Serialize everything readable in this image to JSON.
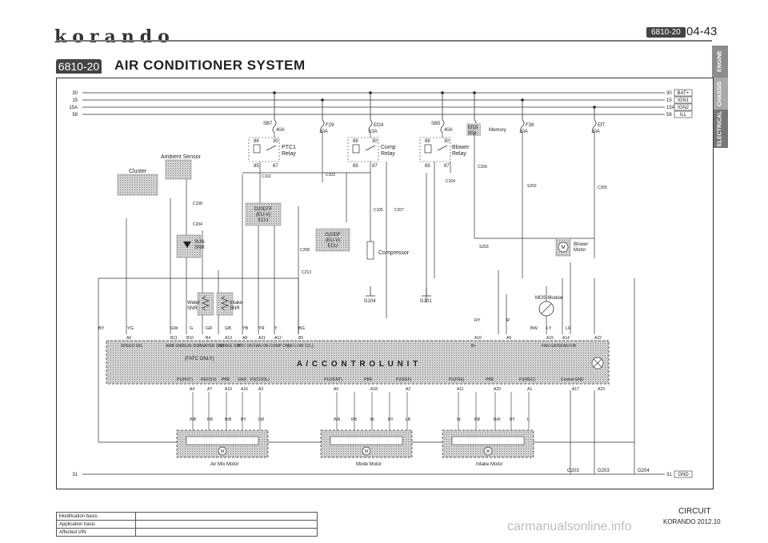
{
  "header": {
    "brand": "korando",
    "page_code": "6810-20",
    "page_number": "04-43"
  },
  "section": {
    "code": "6810-20",
    "title": "AIR CONDITIONER SYSTEM"
  },
  "tabs": [
    {
      "label": "ENGINE",
      "color": "#8c8c8c"
    },
    {
      "label": "CHASSIS",
      "color": "#a9a9a9"
    },
    {
      "label": "ELECTRICAL",
      "color": "#777777"
    }
  ],
  "rails": {
    "left": [
      "30",
      "15",
      "15A",
      "58"
    ],
    "right_nums": [
      "30",
      "15",
      "15A",
      "58"
    ],
    "tags": [
      "BAT+",
      "IGN1",
      "IGN2",
      "ILL"
    ]
  },
  "bottom_rail": {
    "left": "31",
    "right": "31",
    "tag": "GND"
  },
  "fuses": [
    {
      "id": "SB7",
      "rating": "40A"
    },
    {
      "id": "F29",
      "rating": "10A"
    },
    {
      "id": "Ef24",
      "rating": "10A"
    },
    {
      "id": "SB5",
      "rating": "40A"
    },
    {
      "id": "Ef15",
      "rating": "30A",
      "note": "Memory"
    },
    {
      "id": "F38",
      "rating": "10A"
    },
    {
      "id": "Ef7",
      "rating": "10A"
    }
  ],
  "relays": [
    {
      "name": "PTC1",
      "sub": "Relay",
      "pins": [
        "86",
        "30",
        "85",
        "87"
      ]
    },
    {
      "name": "Comp",
      "sub": "Relay",
      "pins": [
        "86",
        "30",
        "85",
        "87"
      ]
    },
    {
      "name": "Blower",
      "sub": "Relay",
      "pins": [
        "86",
        "30",
        "85",
        "87"
      ]
    }
  ],
  "components": {
    "cluster": "Cluster",
    "ambient_sensor": "Ambient Sensor",
    "sun_snr": [
      "SUN",
      "SNR"
    ],
    "water_snr": [
      "Water",
      "SNR"
    ],
    "intake_snr": [
      "Intake",
      "SNR"
    ],
    "ecu1": [
      "D20DTF",
      "(EU-V)",
      "ECU"
    ],
    "ecu2": [
      "G20DF",
      "(EU-V)",
      "ECU"
    ],
    "compressor": "Compressor",
    "blower_motor": [
      "Blower",
      "Motor"
    ],
    "mos_module": "MOS Module",
    "air_mix_motor": "Air Mix Motor",
    "mode_motor": "Mode Motor",
    "intake_motor": "Intake Motor",
    "motor_symbol": "M"
  },
  "grounds": [
    "G104",
    "G101",
    "G203",
    "G203",
    "G204"
  ],
  "acu": {
    "title": "A / C   C O N T R O L   U N I T",
    "top_pins": [
      "A6",
      "B11",
      "B10",
      "B4",
      "A13",
      "A8",
      "A21",
      "A12",
      "B5",
      "A10",
      "A9",
      "A15",
      "A14",
      "A22"
    ],
    "top_labels": [
      "SPEED SIG",
      "AMB SNR",
      "SUN SNR",
      "WATER SNR",
      "INTAKE SNR",
      "PTC ON",
      "FAN ON",
      "COMP ON",
      "(W/ LOW CO₂)",
      "B+",
      "FAN GATE",
      "FAN F/B"
    ],
    "fatc": "(FATC ONLY)",
    "bottom_labels": [
      "P1(HOT)",
      "REF(5V)",
      "PBR",
      "GND",
      "P2(COOL)",
      "P1(VENT)",
      "PBR",
      "P2(DEF)",
      "P1(FRE)",
      "PBR",
      "P2(REC)",
      "Control GND"
    ],
    "bottom_pins": [
      "A4",
      "A7",
      "A19",
      "A16",
      "A3",
      "A5",
      "A18",
      "A2",
      "A11",
      "A20",
      "A1",
      "A17",
      "A23"
    ]
  },
  "wires": {
    "top": [
      "BY",
      "YG",
      "GW",
      "G",
      "GR",
      "GB",
      "YB",
      "YR",
      "Y",
      "BG",
      "RY",
      "R",
      "BW",
      "LY",
      "LR"
    ],
    "motor_air_mix": [
      "WB",
      "RB",
      "BrB",
      "BY",
      "LW"
    ],
    "motor_mode": [
      "WR",
      "RB",
      "Br",
      "BY",
      "LB"
    ],
    "motor_intake": [
      "W",
      "RB",
      "BrR",
      "BY",
      "L"
    ]
  },
  "connectors": [
    "C102",
    "C103",
    "C104",
    "C105",
    "C108",
    "C204",
    "C205",
    "C206",
    "C207",
    "C208",
    "C213",
    "S202",
    "S203"
  ],
  "footer": {
    "rows": [
      "Modification basis",
      "Application basis",
      "Affected VIN"
    ],
    "circuit": "CIRCUIT",
    "model": "KORANDO 2012.10",
    "watermark": "carmanualsonline.info"
  }
}
